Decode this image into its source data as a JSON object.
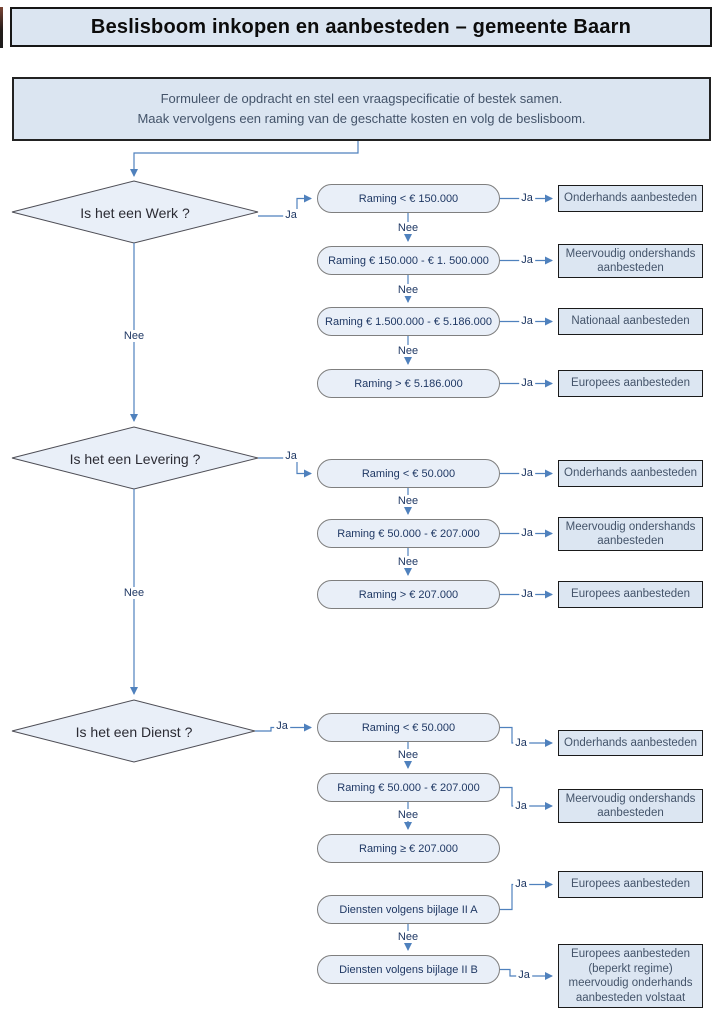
{
  "page": {
    "title": "Beslisboom inkopen en aanbesteden – gemeente Baarn"
  },
  "intro": {
    "line1": "Formuleer de opdracht en stel een vraagspecificatie of bestek samen.",
    "line2": "Maak vervolgens een raming van de geschatte kosten en volg de beslisboom."
  },
  "labels": {
    "yes": "Ja",
    "no": "Nee"
  },
  "colors": {
    "line": "#4f81bd",
    "node_fill": "#e9eff8",
    "panel_fill": "#dbe5f1",
    "result_fill": "#dce6f2",
    "label_text": "#1f3864"
  },
  "sections": [
    {
      "id": "werk",
      "question": "Is het een Werk ?",
      "conditions": [
        "Raming < € 150.000",
        "Raming € 150.000 - € 1. 500.000",
        "Raming € 1.500.000 - € 5.186.000",
        "Raming > € 5.186.000"
      ],
      "results": [
        "Onderhands aanbesteden",
        "Meervoudig ondershands aanbesteden",
        "Nationaal aanbesteden",
        "Europees aanbesteden"
      ]
    },
    {
      "id": "levering",
      "question": "Is het een Levering ?",
      "conditions": [
        "Raming < € 50.000",
        "Raming € 50.000 - € 207.000",
        "Raming > € 207.000"
      ],
      "results": [
        "Onderhands aanbesteden",
        "Meervoudig ondershands aanbesteden",
        "Europees aanbesteden"
      ]
    },
    {
      "id": "dienst",
      "question": "Is het een Dienst ?",
      "conditions": [
        "Raming < € 50.000",
        "Raming € 50.000 - € 207.000",
        "Raming ≥ € 207.000",
        "Diensten volgens bijlage II A",
        "Diensten volgens bijlage II B"
      ],
      "results": [
        "Onderhands aanbesteden",
        "Meervoudig ondershands aanbesteden",
        "Europees aanbesteden",
        "Europees aanbesteden (beperkt regime) meervoudig onderhands aanbesteden volstaat"
      ]
    }
  ]
}
